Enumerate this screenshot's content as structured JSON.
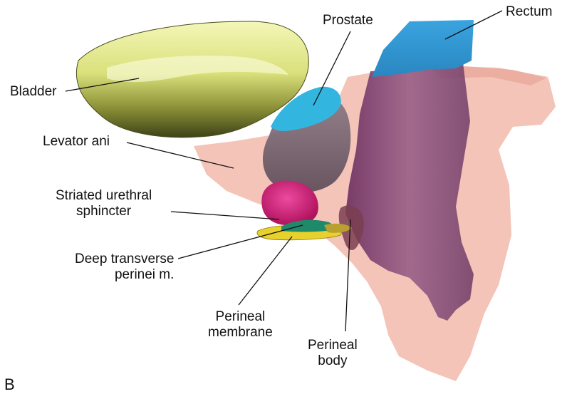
{
  "panel": "B",
  "labels": {
    "prostate": "Prostate",
    "rectum": "Rectum",
    "bladder": "Bladder",
    "levator_ani": "Levator ani",
    "striated_urethral_sphincter": "Striated urethral\nsphincter",
    "deep_transverse_perinei": "Deep transverse\nperinei m.",
    "perineal_membrane": "Perineal\nmembrane",
    "perineal_body": "Perineal\nbody"
  },
  "colors": {
    "bladder": "#e8ef9a",
    "levator_ani": "#f0b8a8",
    "prostate_top": "#2fb3dc",
    "prostate_body": "#7b6a78",
    "rectum_top": "#3a9fd8",
    "rectum_body": "#7a3f6e",
    "sphincter": "#d8207a",
    "perineal_membrane": "#e6cf2a",
    "deep_transverse": "#1f8a6a"
  }
}
